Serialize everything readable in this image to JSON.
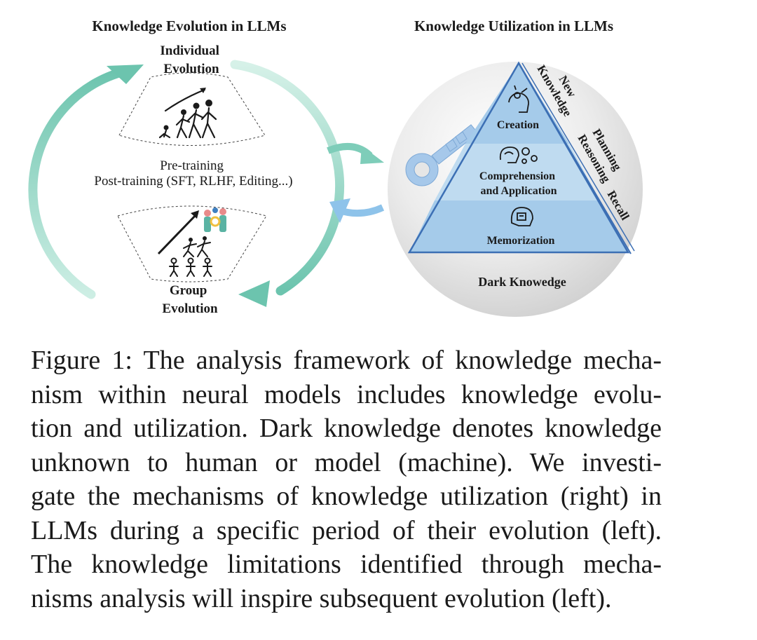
{
  "left_panel": {
    "title": "Knowledge Evolution in LLMs",
    "individual_label": [
      "Individual",
      "Evolution"
    ],
    "training_label": [
      "Pre-training",
      "Post-training (SFT, RLHF, Editing...)"
    ],
    "group_label": [
      "Group",
      "Evolution"
    ]
  },
  "right_panel": {
    "title": "Knowledge Utilization in LLMs",
    "pyramid": {
      "top": "Creation",
      "middle": [
        "Comprehension",
        "and Application"
      ],
      "bottom": "Memorization"
    },
    "side_labels": {
      "outer": [
        "New",
        "Planning"
      ],
      "inner": [
        "Knowledge",
        "Reasoning",
        "Recall"
      ]
    },
    "base_label": "Dark Knowedge"
  },
  "colors": {
    "teal_arrow": "#7ecdb9",
    "blue_arrow": "#8ec3ea",
    "pyramid_light": "#bfdbf0",
    "pyramid_mid": "#a5cbea",
    "pyramid_border": "#3c6fb4",
    "key_color": "#a6c8ea",
    "sphere": "#e6e6e6"
  },
  "icons": [
    "climbing-figures-icon",
    "team-figures-icon",
    "key-icon",
    "creative-brain-icon",
    "brain-gears-icon",
    "memory-head-icon"
  ],
  "caption": [
    "Figure 1: The analysis framework of knowledge mecha-",
    "nism within neural models includes knowledge evolu-",
    "tion and utilization. Dark knowledge denotes knowledge",
    "unknown to human or model (machine).  We investi-",
    "gate the mechanisms of knowledge utilization (right) in",
    "LLMs during a specific period of their evolution (left).",
    "The knowledge limitations identified through mecha-",
    "nisms analysis will inspire subsequent evolution (left)."
  ]
}
